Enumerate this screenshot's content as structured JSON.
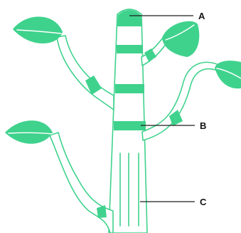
{
  "diagram": {
    "labels": {
      "a": "A",
      "b": "B",
      "c": "C"
    },
    "colors": {
      "tissue": "#3fd28d",
      "background": "#ffffff",
      "pointer": "#1f1f1f"
    }
  }
}
